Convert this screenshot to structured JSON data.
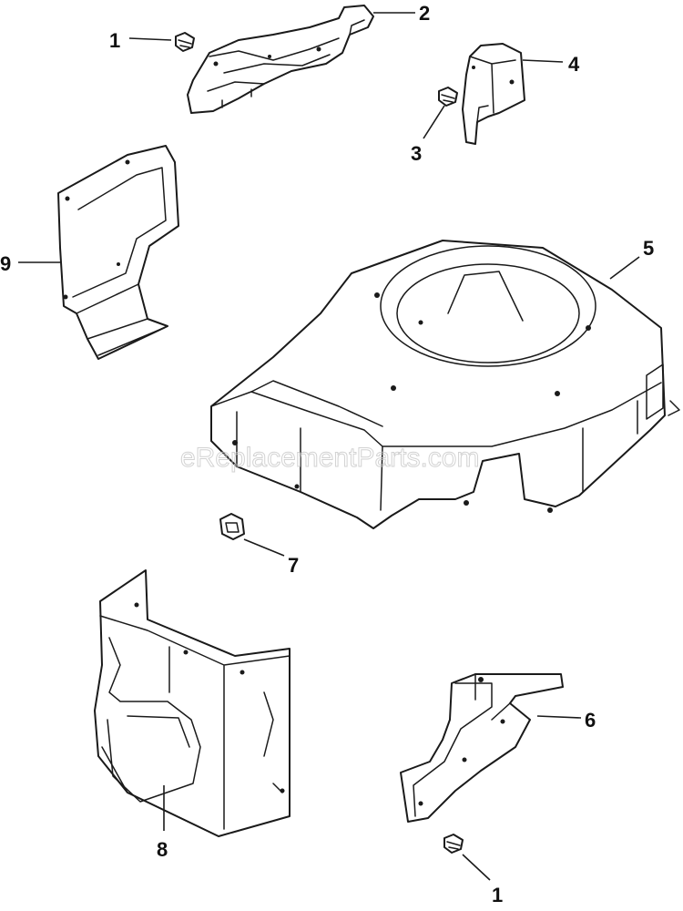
{
  "watermark": "eReplacementParts.com",
  "callouts": [
    {
      "id": "c1a",
      "label": "1"
    },
    {
      "id": "c2",
      "label": "2"
    },
    {
      "id": "c3",
      "label": "3"
    },
    {
      "id": "c4",
      "label": "4"
    },
    {
      "id": "c5",
      "label": "5"
    },
    {
      "id": "c6",
      "label": "6"
    },
    {
      "id": "c7",
      "label": "7"
    },
    {
      "id": "c8",
      "label": "8"
    },
    {
      "id": "c9",
      "label": "9"
    },
    {
      "id": "c1b",
      "label": "1"
    }
  ]
}
